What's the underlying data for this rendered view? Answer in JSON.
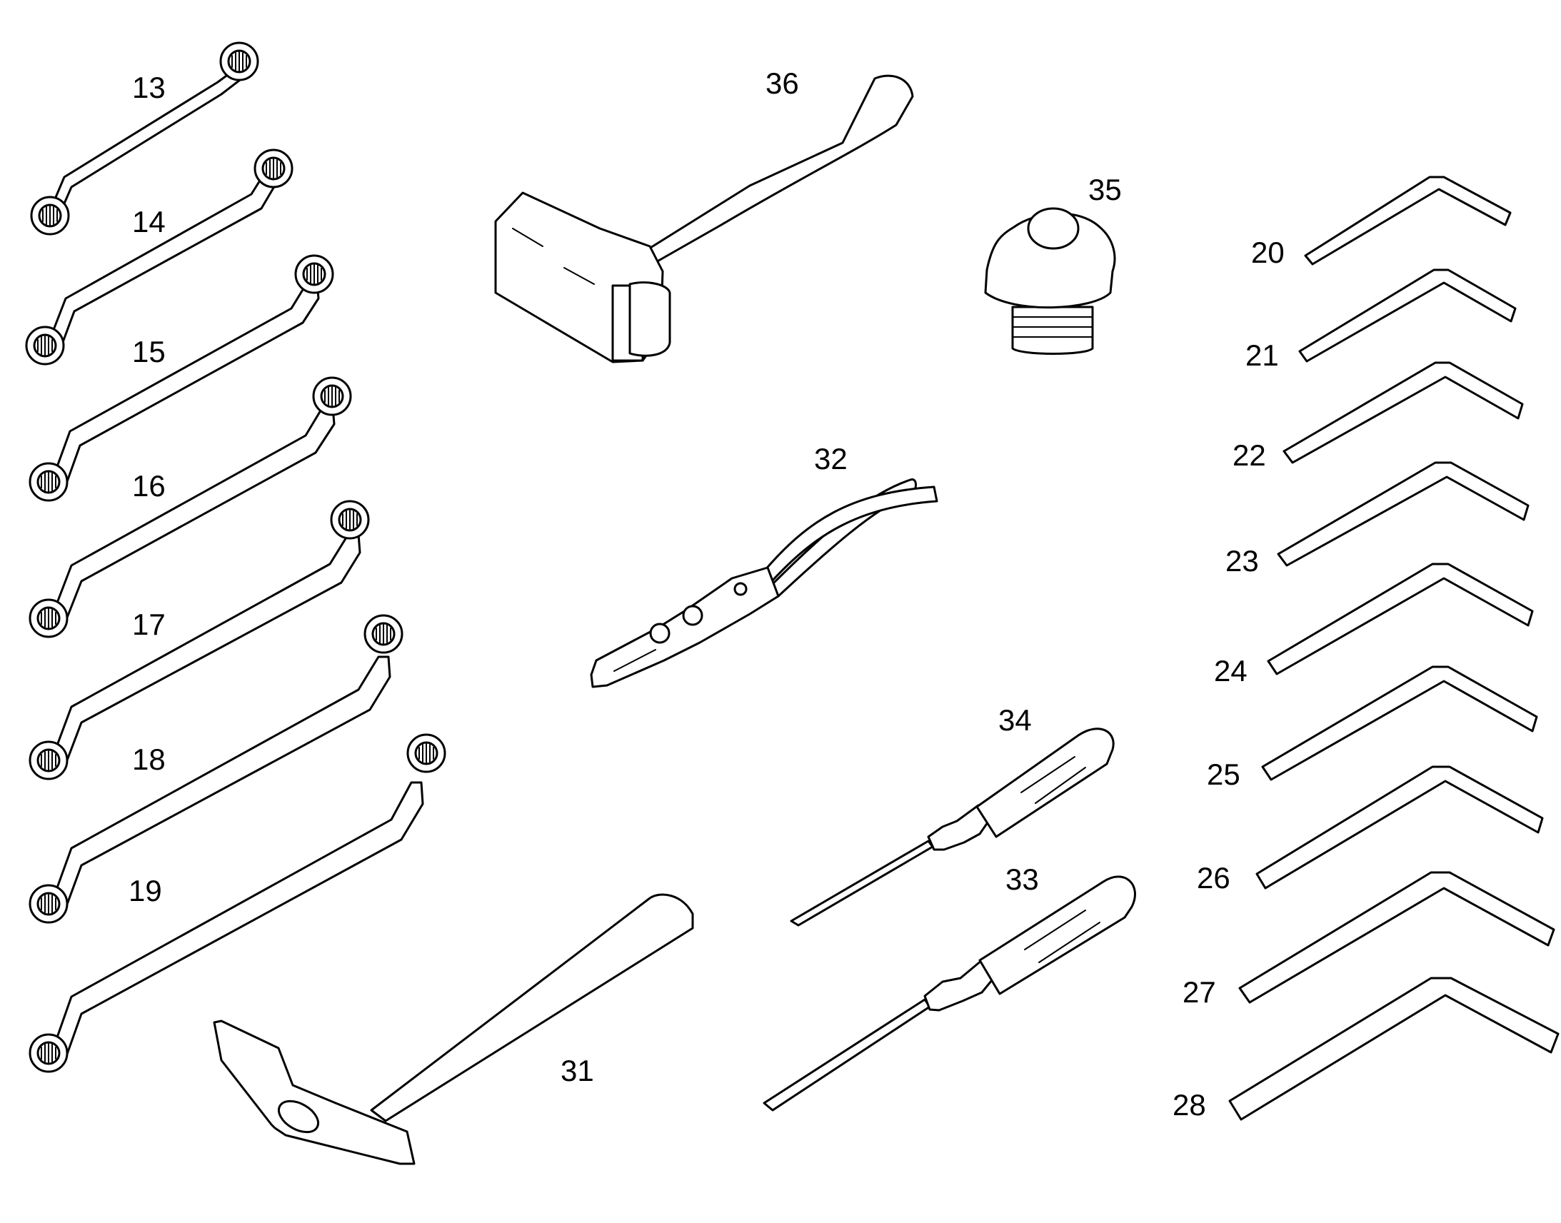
{
  "diagram": {
    "colors": {
      "line": "#000000",
      "background": "#ffffff"
    },
    "parts": [
      {
        "id": "part-13",
        "label": "13",
        "icon": "ring-spanner-icon"
      },
      {
        "id": "part-14",
        "label": "14",
        "icon": "ring-spanner-icon"
      },
      {
        "id": "part-15",
        "label": "15",
        "icon": "ring-spanner-icon"
      },
      {
        "id": "part-16",
        "label": "16",
        "icon": "ring-spanner-icon"
      },
      {
        "id": "part-17",
        "label": "17",
        "icon": "ring-spanner-icon"
      },
      {
        "id": "part-18",
        "label": "18",
        "icon": "ring-spanner-icon"
      },
      {
        "id": "part-19",
        "label": "19",
        "icon": "ring-spanner-icon"
      },
      {
        "id": "part-20",
        "label": "20",
        "icon": "hex-key-icon"
      },
      {
        "id": "part-21",
        "label": "21",
        "icon": "hex-key-icon"
      },
      {
        "id": "part-22",
        "label": "22",
        "icon": "hex-key-icon"
      },
      {
        "id": "part-23",
        "label": "23",
        "icon": "hex-key-icon"
      },
      {
        "id": "part-24",
        "label": "24",
        "icon": "hex-key-icon"
      },
      {
        "id": "part-25",
        "label": "25",
        "icon": "hex-key-icon"
      },
      {
        "id": "part-26",
        "label": "26",
        "icon": "hex-key-icon"
      },
      {
        "id": "part-27",
        "label": "27",
        "icon": "hex-key-icon"
      },
      {
        "id": "part-28",
        "label": "28",
        "icon": "hex-key-icon"
      },
      {
        "id": "part-31",
        "label": "31",
        "icon": "hammer-icon"
      },
      {
        "id": "part-32",
        "label": "32",
        "icon": "pliers-icon"
      },
      {
        "id": "part-33",
        "label": "33",
        "icon": "phillips-screwdriver-icon"
      },
      {
        "id": "part-34",
        "label": "34",
        "icon": "flat-screwdriver-icon"
      },
      {
        "id": "part-35",
        "label": "35",
        "icon": "plug-tool-icon"
      },
      {
        "id": "part-36",
        "label": "36",
        "icon": "mallet-icon"
      }
    ]
  }
}
